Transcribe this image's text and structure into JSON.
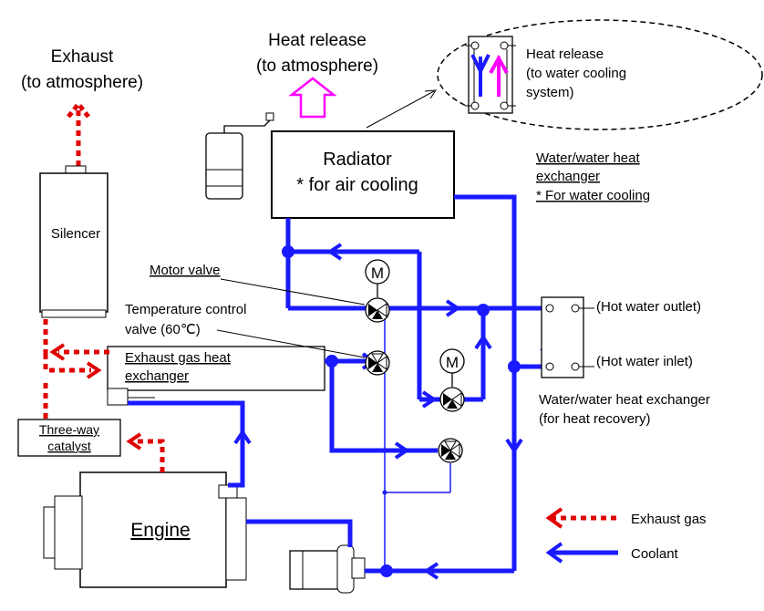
{
  "labels": {
    "exhaust_line1": "Exhaust",
    "exhaust_line2": "(to atmosphere)",
    "heat_release_line1": "Heat release",
    "heat_release_line2": "(to atmosphere)",
    "inset_line1": "Heat release",
    "inset_line2": "(to water cooling",
    "inset_line3": "system)",
    "radiator_line1": "Radiator",
    "radiator_line2": "* for air cooling",
    "ww_cooling_line1": "Water/water heat",
    "ww_cooling_line2": "exchanger",
    "ww_cooling_line3": "* For water cooling",
    "silencer": "Silencer",
    "motor_valve": "Motor valve",
    "temp_valve_line1": "Temperature control",
    "temp_valve_line2": "valve (60℃)",
    "exhaust_hx_line1": "Exhaust gas heat",
    "exhaust_hx_line2": "exchanger",
    "catalyst_line1": "Three-way",
    "catalyst_line2": "catalyst",
    "engine": "Engine",
    "hot_water_outlet": "(Hot water outlet)",
    "hot_water_inlet": "(Hot water inlet)",
    "ww_recovery_line1": "Water/water heat exchanger",
    "ww_recovery_line2": "(for heat recovery)",
    "motor_symbol": "M",
    "legend_exhaust": "Exhaust gas",
    "legend_coolant": "Coolant"
  },
  "colors": {
    "coolant": "#1a1aff",
    "exhaust": "#e00000",
    "heat_release_arrow": "#ff00ff"
  }
}
